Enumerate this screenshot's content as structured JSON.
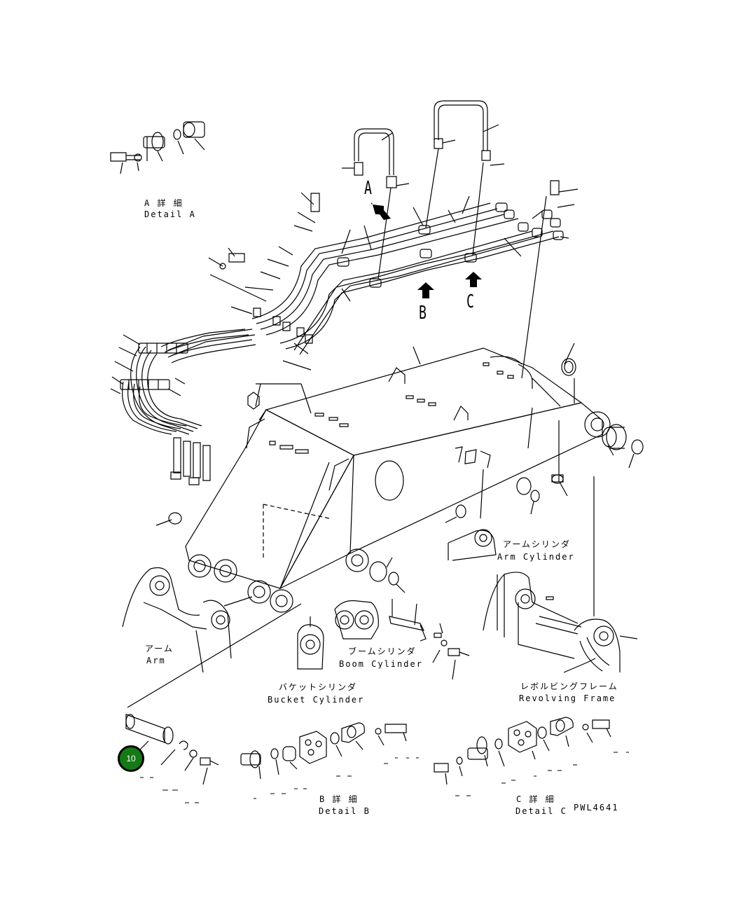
{
  "labels": {
    "detail_a_jp": "A 詳 細",
    "detail_a_en": "Detail A",
    "detail_b_jp": "B 詳 細",
    "detail_b_en": "Detail B",
    "detail_c_jp": "C 詳 細",
    "detail_c_en": "Detail C",
    "arm_cylinder_jp": "アームシリンダ",
    "arm_cylinder_en": "Arm Cylinder",
    "boom_cylinder_jp": "ブームシリンダ",
    "boom_cylinder_en": "Boom Cylinder",
    "bucket_cylinder_jp": "バケットシリンダ",
    "bucket_cylinder_en": "Bucket Cylinder",
    "revolving_frame_jp": "レボルビングフレーム",
    "revolving_frame_en": "Revolving Frame",
    "arm_jp": "アーム",
    "arm_en": "Arm",
    "figure_code": "PWL4641"
  },
  "markers": {
    "a": "A",
    "b": "B",
    "c": "C"
  },
  "callout": {
    "number": "10",
    "color": "#157a15"
  }
}
